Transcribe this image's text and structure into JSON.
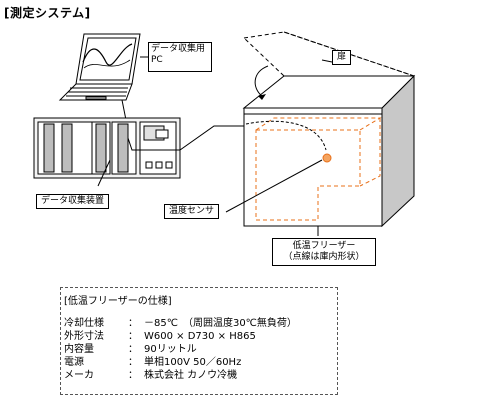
{
  "title": "[測定システム]",
  "labels": {
    "pc": [
      "データ収集用",
      "PC"
    ],
    "logger": "データ収集装置",
    "sensor": "温度センサ",
    "door": "扉",
    "freezer": [
      "低温フリーザー",
      "（点線は庫内形状）"
    ]
  },
  "spec": {
    "title": "[低温フリーザーの仕様]",
    "rows": [
      {
        "key": "冷却仕様",
        "sep": "：",
        "value": "－85℃　（周囲温度30℃無負荷）"
      },
      {
        "key": "外形寸法",
        "sep": "：",
        "value": "W600 × D730 × H865"
      },
      {
        "key": "内容量",
        "sep": "：",
        "value": "90リットル"
      },
      {
        "key": "電源",
        "sep": "：",
        "value": "単相100V 50／60Hz"
      },
      {
        "key": "メーカ",
        "sep": "：",
        "value": "株式会社 カノウ冷機"
      }
    ]
  },
  "colors": {
    "orange": "#e8701a",
    "gray": "#c8c8c8",
    "darkgray": "#9a9a9a"
  }
}
